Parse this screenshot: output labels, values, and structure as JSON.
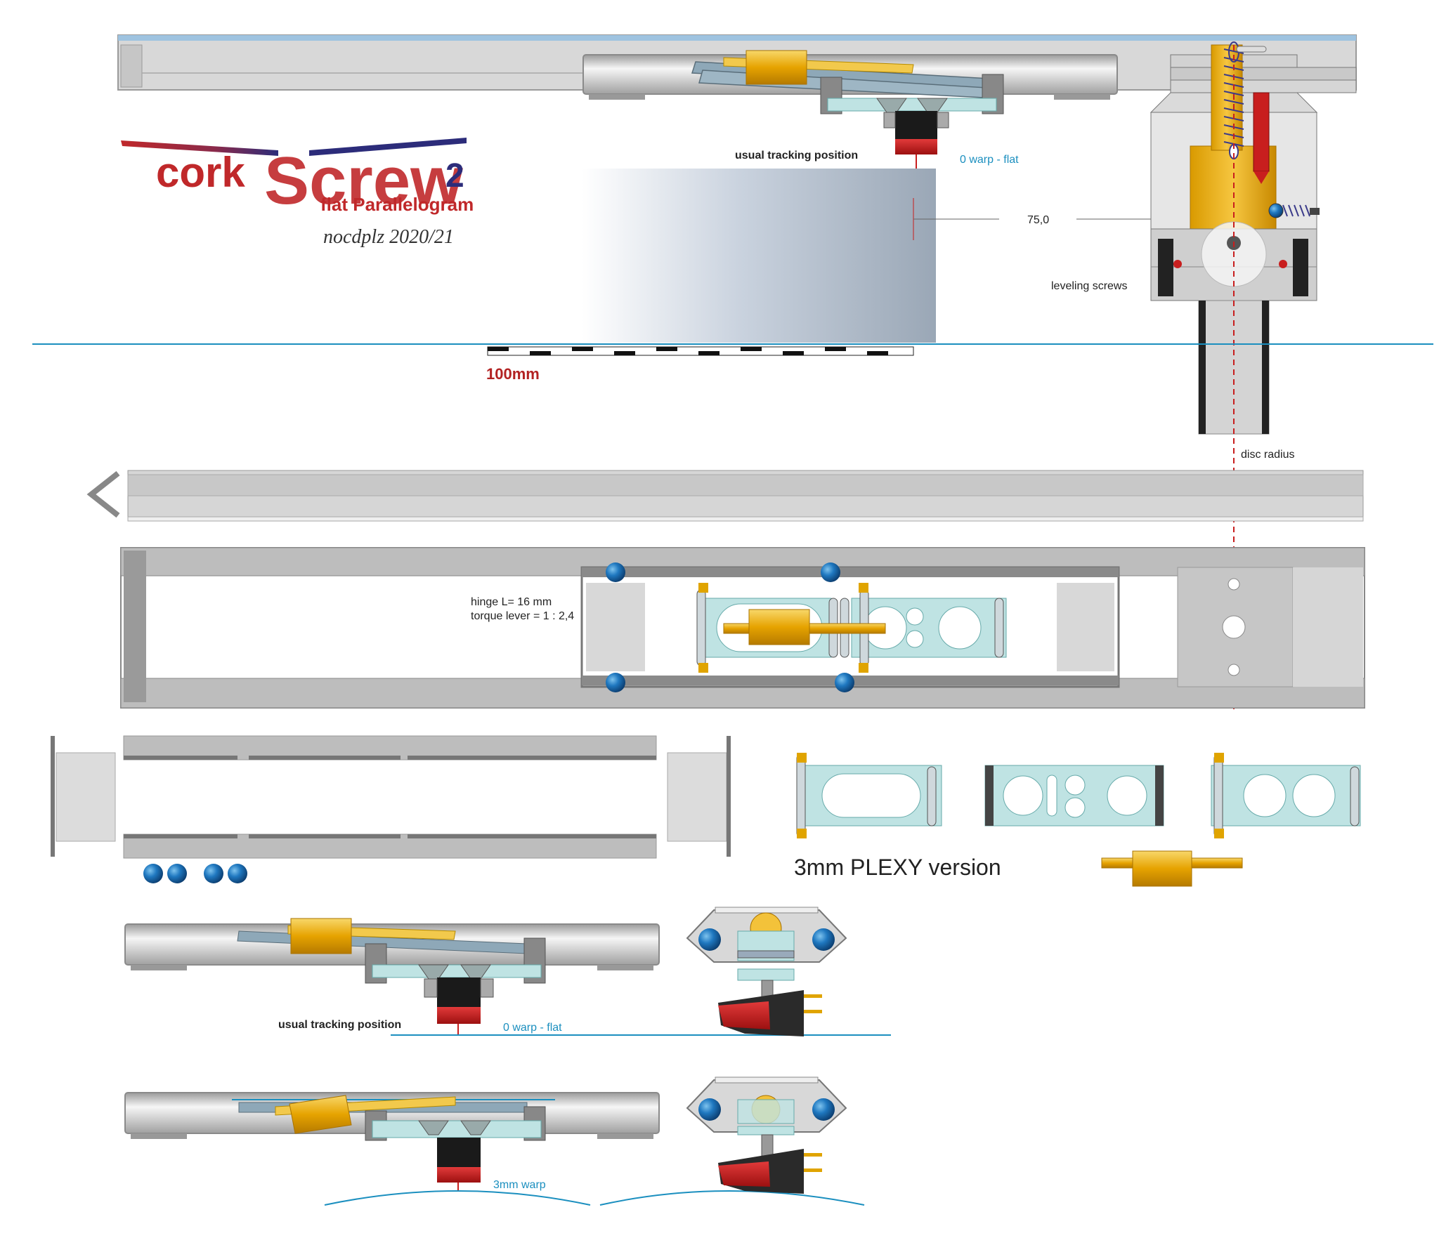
{
  "logo": {
    "word_part1": "cork",
    "word_part2": "Screw",
    "version": "2",
    "subtitle": "flat Parallelogram",
    "signature": "nocdplz 2020/21",
    "colors": {
      "red": "#c0282a",
      "navy": "#2c2c7a",
      "silver": "#a8a8b0"
    }
  },
  "top_view": {
    "tracking_label": "usual tracking position",
    "warp_label": "0 warp - flat",
    "dimension_value": "75,0",
    "leveling_label": "leveling screws",
    "scale_label": "100mm",
    "disc_radius_label": "disc radius"
  },
  "plan_view": {
    "hinge_line1": "hinge L= 16 mm",
    "hinge_line2": "torque lever = 1 : 2,4"
  },
  "plexy": {
    "label": "3mm PLEXY version"
  },
  "side_flat": {
    "tracking_label": "usual tracking position",
    "warp_label": "0 warp - flat"
  },
  "side_warp": {
    "warp_label": "3mm warp"
  },
  "colors": {
    "rail_gray": "#bdbdbd",
    "rail_dark": "#8a8a8a",
    "accent_blue": "#1b8fbf",
    "brass": "#e0a400",
    "ball_blue": "#1565a8",
    "plexy": "#bfe3e3",
    "cart_red": "#c81e1e"
  }
}
